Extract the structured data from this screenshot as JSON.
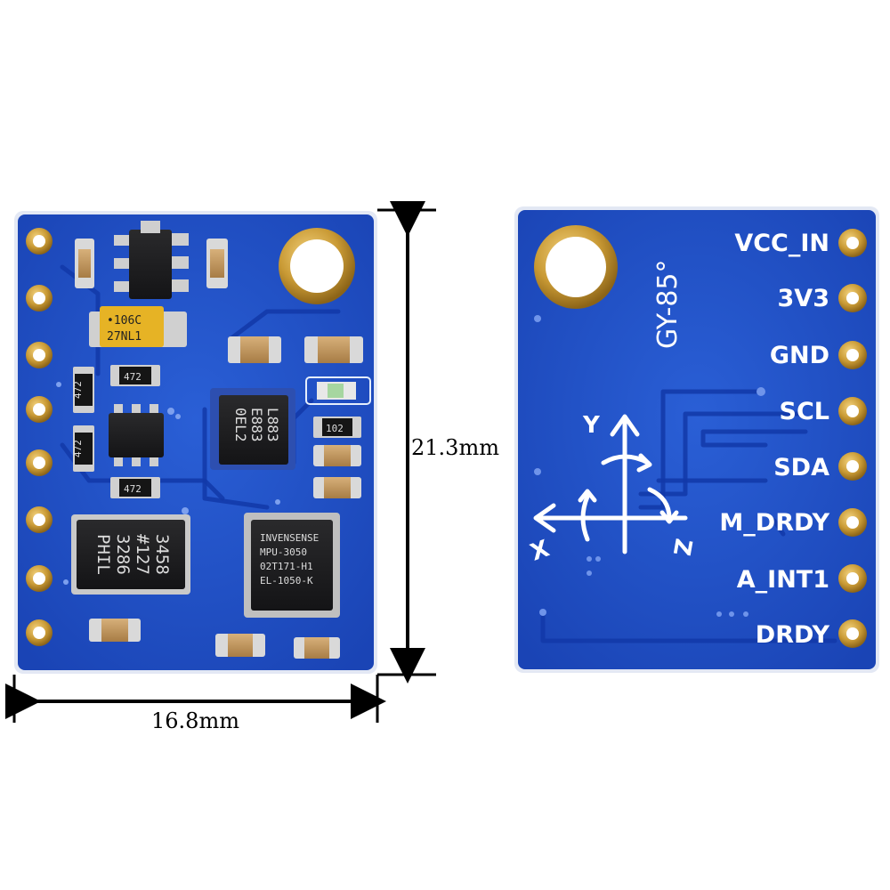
{
  "dimensions": {
    "height_label": "21.3mm",
    "width_label": "16.8mm"
  },
  "front_board": {
    "components": {
      "tantalum_cap_line1": "•106C",
      "tantalum_cap_line2": "27NL1",
      "resistor_left_1": "472",
      "resistor_left_2": "472",
      "resistor_top": "472",
      "resistor_bottom": "472",
      "resistor_right": "102",
      "magnetometer_chip": [
        "3458",
        "#127",
        "3286",
        "PHIL"
      ],
      "accel_chip": [
        "0EL2",
        "E883",
        "L883"
      ],
      "imu_chip": [
        "INVENSENSE",
        "MPU-3050",
        "02T171-H1",
        "EL-1050-K"
      ]
    }
  },
  "back_board": {
    "model": "GY-85°",
    "axes": {
      "y": "Y",
      "x": "X",
      "z": "Z"
    },
    "pins": [
      "VCC_IN",
      "3V3",
      "GND",
      "SCL",
      "SDA",
      "M_DRDY",
      "A_INT1",
      "DRDY"
    ]
  },
  "colors": {
    "pcb_blue": "#1f4fc4",
    "pcb_edge": "#dfe6f5",
    "gold": "#c99a35",
    "chip_black": "#1d1d1f"
  }
}
